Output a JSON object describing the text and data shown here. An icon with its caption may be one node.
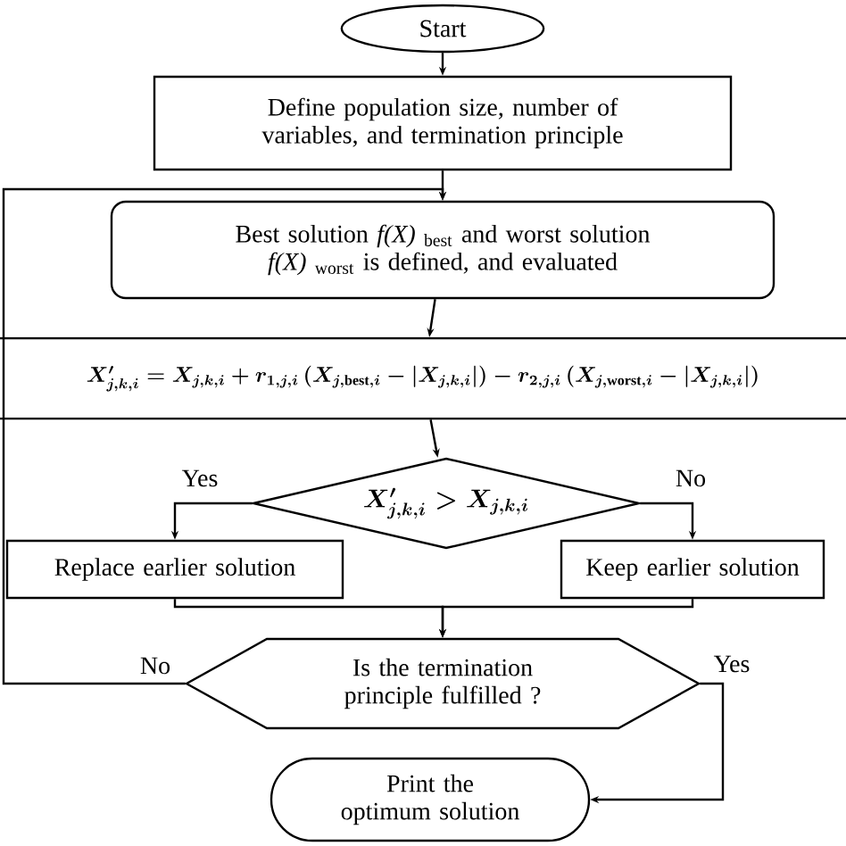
{
  "diagram": {
    "nodes": [
      {
        "text": [
          "Start"
        ]
      },
      {
        "text": [
          "Define population size, number of variables, and termination principle"
        ]
      },
      {
        "text": [
          "Best solution *f(X)*$_{ best}$ and worst solution *f(X)*$_{ worst}$ is defined, and evaluated"
        ]
      },
      {
        "text": [
          "\\boldsymbol{X'_{j,k,i} = X_{j,k,i} + r_{1,j,i}\\left(X_{j,\\mathrm{best},i} - |X_{j,k,i}|\\right) - r_{2,j,i}\\left(X_{j,\\mathrm{worst},i} - |X_{j,k,i}|\\right)}"
        ]
      },
      {
        "text": [
          "\\boldsymbol{X'_{j,k,i} > X_{j,k,i}}"
        ]
      },
      {
        "text": [
          "Replace earlier solution"
        ]
      },
      {
        "text": [
          "Keep earlier solution"
        ]
      },
      {
        "text": [
          "Is the termination principle fulfilled ?"
        ]
      },
      {
        "text": [
          "Print the optimum solution"
        ]
      }
    ],
    "edges": [
      {
        "from": 0,
        "to": 1,
        "arrow": "to"
      },
      {
        "from": 1,
        "to": 2,
        "arrow": "to"
      },
      {
        "from": 2,
        "to": 3,
        "arrow": "to"
      },
      {
        "from": 3,
        "to": 4,
        "arrow": "to"
      },
      {
        "from": 4,
        "to": 5,
        "arrow": "to",
        "label": "Yes"
      },
      {
        "from": 4,
        "to": 6,
        "arrow": "to",
        "label": "No"
      },
      {
        "from": 5,
        "to": 7,
        "arrow": "to"
      },
      {
        "from": 6,
        "to": 7,
        "arrow": "to"
      },
      {
        "from": 7,
        "to": 2,
        "arrow": "to",
        "label": "No"
      },
      {
        "from": 7,
        "to": 8,
        "arrow": "to",
        "label": "Yes"
      }
    ]
  }
}
